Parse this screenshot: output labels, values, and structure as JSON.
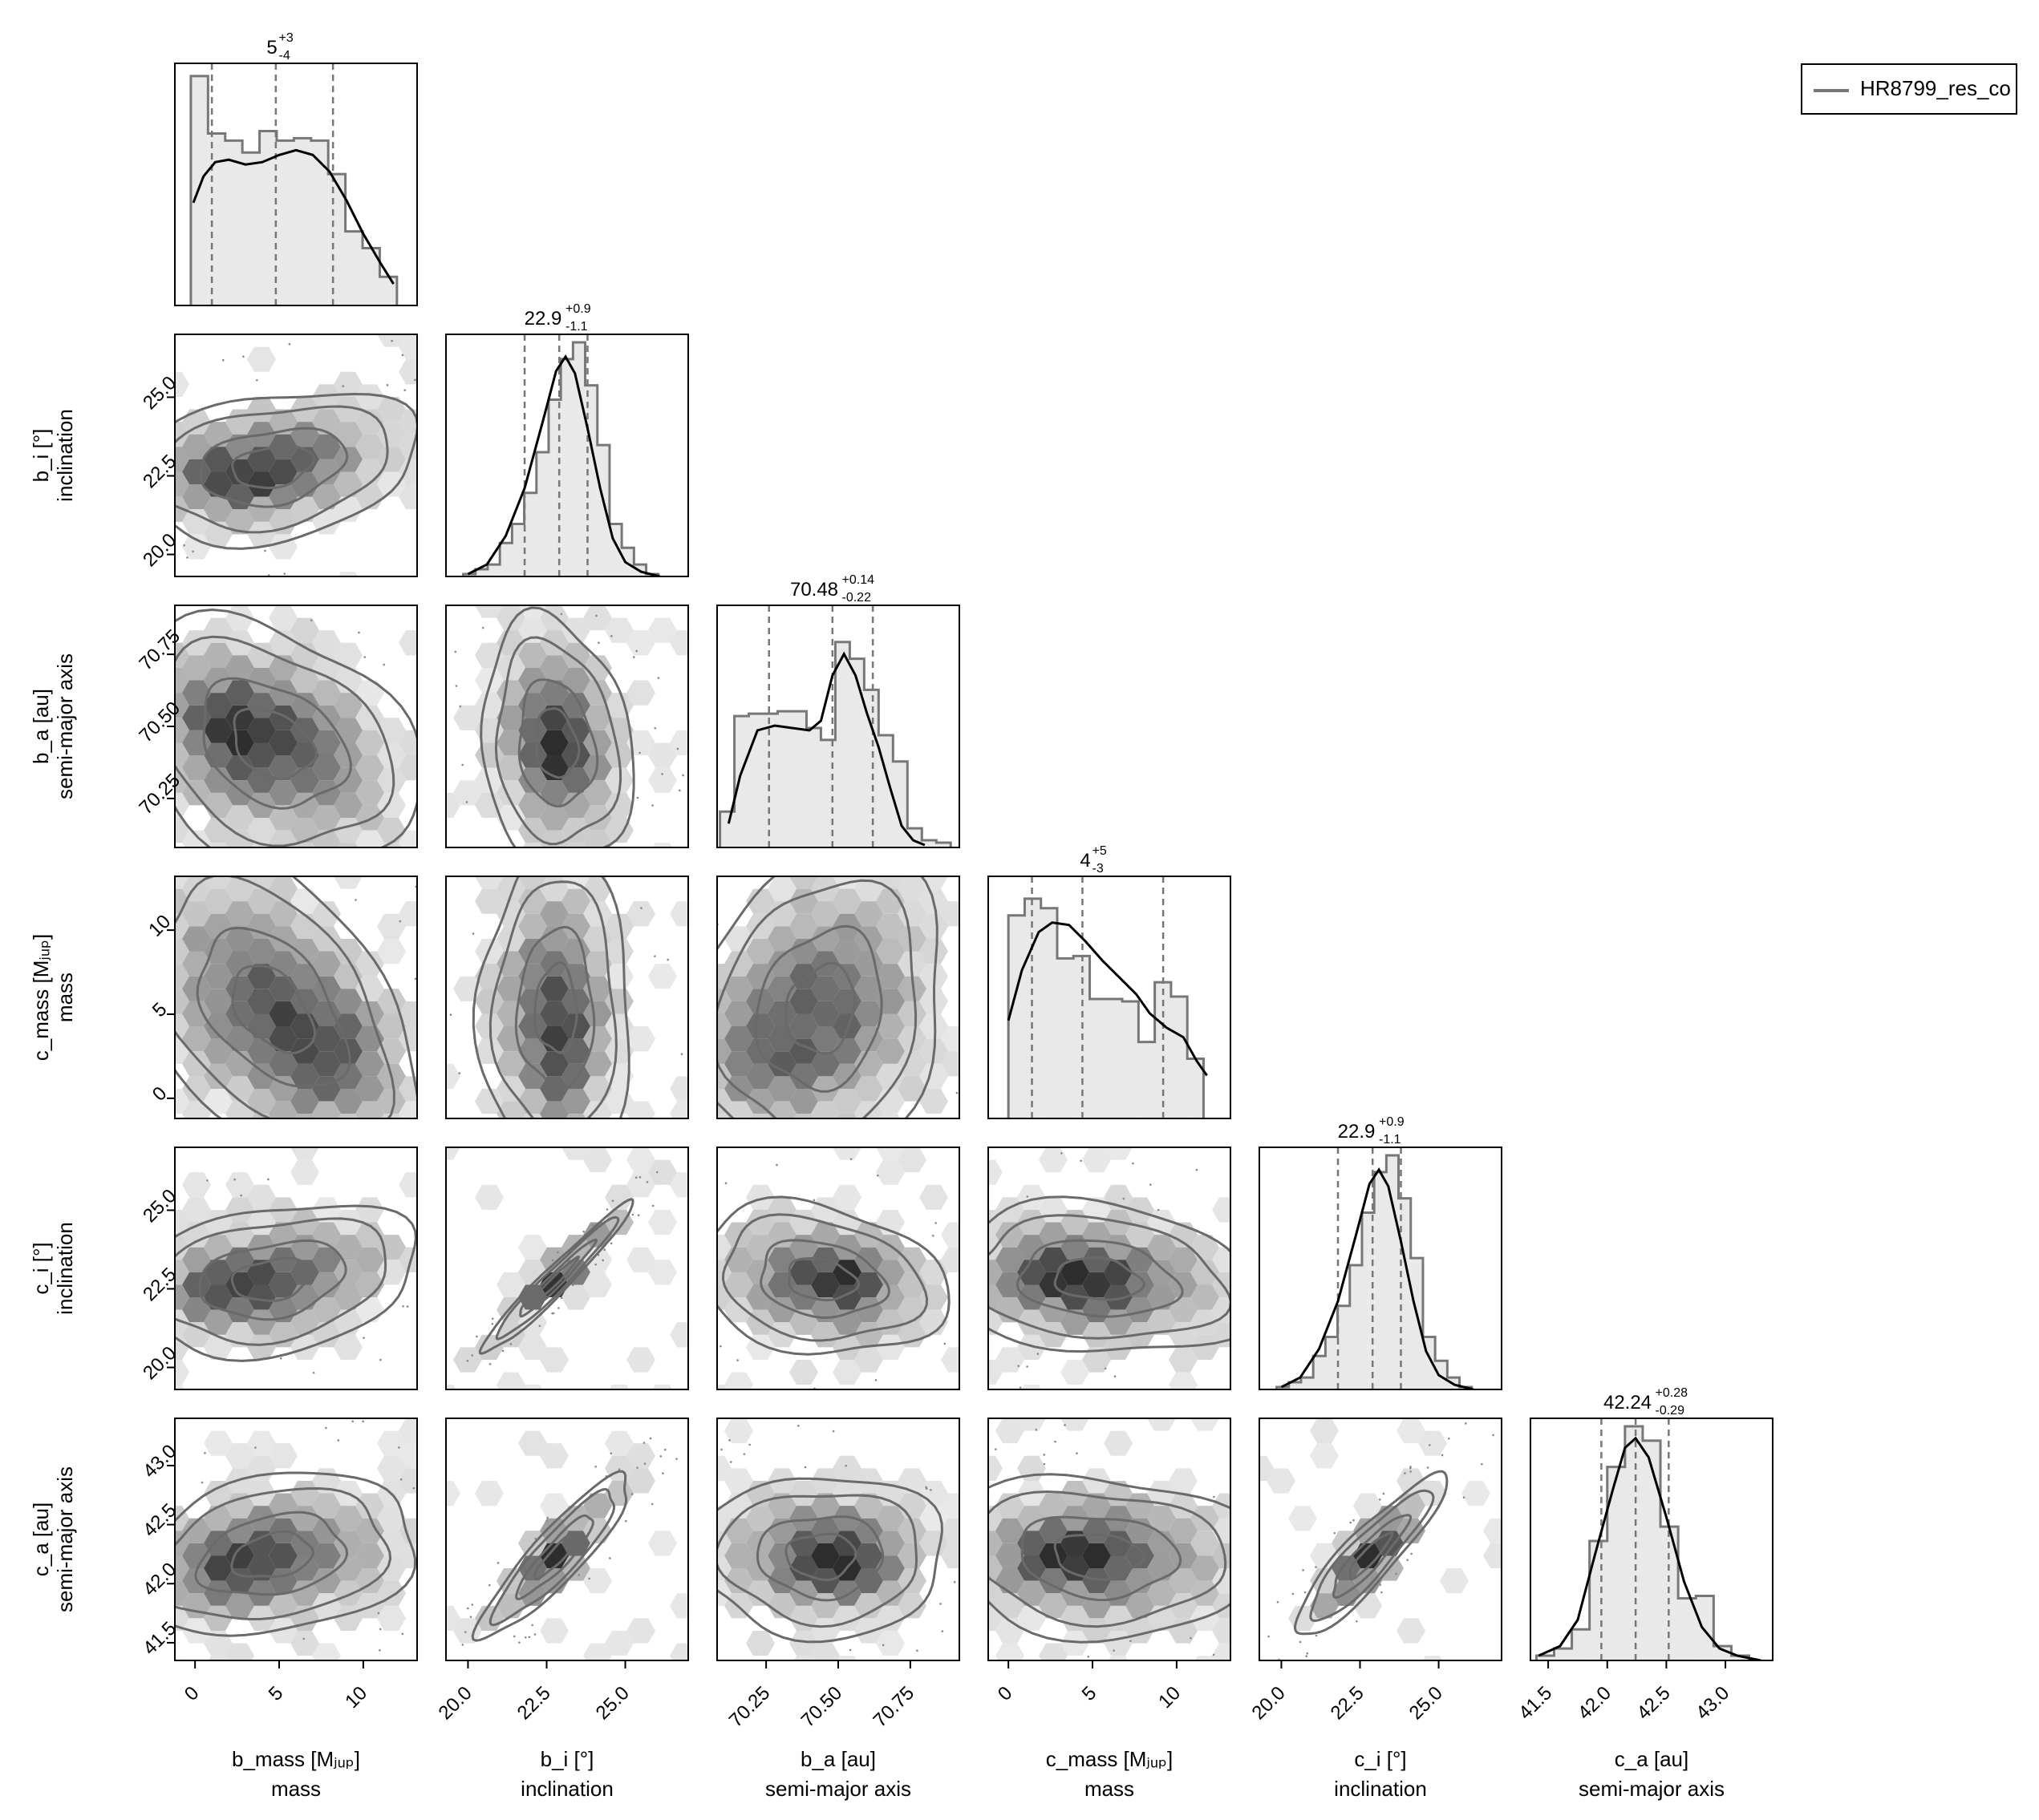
{
  "legend": {
    "label": "HR8799_res_co"
  },
  "chart_data": {
    "type": "corner",
    "colors": {
      "hist_fill": "#e9e9e9",
      "hist_line": "#777777",
      "kde_line": "#000000",
      "quantile_line": "#777777",
      "contour": "#6a6a6a"
    },
    "parameters": [
      {
        "key": "b_mass",
        "label": "b_mass [Mⱼᵤₚ]",
        "sublabel": "mass",
        "range": [
          -1.2,
          13.2
        ],
        "ticks": [
          0,
          5,
          10
        ],
        "tick_labels": [
          "0",
          "5",
          "10"
        ],
        "median": "5",
        "plus": "+3",
        "minus": "-4",
        "q": [
          1.0,
          4.8,
          8.2
        ],
        "hist_x": [
          -0.25,
          12.0
        ],
        "hist": [
          0.96,
          0.72,
          0.69,
          0.64,
          0.73,
          0.69,
          0.7,
          0.69,
          0.55,
          0.31,
          0.24,
          0.12
        ],
        "kde": [
          [
            -0.1,
            0.43
          ],
          [
            0.5,
            0.54
          ],
          [
            1.2,
            0.6
          ],
          [
            2.0,
            0.61
          ],
          [
            3.0,
            0.59
          ],
          [
            4.0,
            0.6
          ],
          [
            5.0,
            0.63
          ],
          [
            6.0,
            0.65
          ],
          [
            7.0,
            0.63
          ],
          [
            8.0,
            0.56
          ],
          [
            9.0,
            0.44
          ],
          [
            10.0,
            0.3
          ],
          [
            11.0,
            0.18
          ],
          [
            11.8,
            0.09
          ]
        ]
      },
      {
        "key": "b_i",
        "label": "b_i [°]",
        "sublabel": "inclination",
        "range": [
          19.3,
          27.0
        ],
        "ticks": [
          20.0,
          22.5,
          25.0
        ],
        "tick_labels": [
          "20.0",
          "22.5",
          "25.0"
        ],
        "median": "22.9",
        "plus": "+0.9",
        "minus": "-1.1",
        "q": [
          21.8,
          22.9,
          23.8
        ],
        "hist_x": [
          19.85,
          26.05
        ],
        "hist": [
          0.01,
          0.03,
          0.05,
          0.14,
          0.22,
          0.35,
          0.52,
          0.74,
          0.91,
          0.98,
          0.8,
          0.55,
          0.22,
          0.12,
          0.05,
          0.01
        ],
        "kde": [
          [
            20.0,
            0.01
          ],
          [
            20.6,
            0.05
          ],
          [
            21.2,
            0.17
          ],
          [
            21.8,
            0.37
          ],
          [
            22.4,
            0.66
          ],
          [
            22.8,
            0.86
          ],
          [
            23.1,
            0.92
          ],
          [
            23.4,
            0.85
          ],
          [
            23.8,
            0.62
          ],
          [
            24.2,
            0.37
          ],
          [
            24.6,
            0.16
          ],
          [
            25.0,
            0.06
          ],
          [
            25.5,
            0.02
          ],
          [
            26.1,
            0.0
          ]
        ]
      },
      {
        "key": "b_a",
        "label": "b_a [au]",
        "sublabel": "semi-major axis",
        "range": [
          70.08,
          70.92
        ],
        "ticks": [
          70.25,
          70.5,
          70.75
        ],
        "tick_labels": [
          "70.25",
          "70.50",
          "70.75"
        ],
        "median": "70.48",
        "plus": "+0.14",
        "minus": "-0.22",
        "q": [
          70.26,
          70.48,
          70.62
        ],
        "hist_x": [
          70.09,
          70.89
        ],
        "hist": [
          0.15,
          0.55,
          0.56,
          0.56,
          0.57,
          0.57,
          0.5,
          0.45,
          0.86,
          0.79,
          0.66,
          0.47,
          0.36,
          0.08,
          0.03,
          0.02
        ],
        "kde": [
          [
            70.12,
            0.1
          ],
          [
            70.16,
            0.3
          ],
          [
            70.22,
            0.49
          ],
          [
            70.28,
            0.51
          ],
          [
            70.34,
            0.5
          ],
          [
            70.4,
            0.49
          ],
          [
            70.44,
            0.53
          ],
          [
            70.48,
            0.72
          ],
          [
            70.52,
            0.81
          ],
          [
            70.56,
            0.72
          ],
          [
            70.6,
            0.56
          ],
          [
            70.64,
            0.42
          ],
          [
            70.68,
            0.25
          ],
          [
            70.72,
            0.09
          ],
          [
            70.76,
            0.03
          ],
          [
            70.8,
            0.01
          ]
        ]
      },
      {
        "key": "c_mass",
        "label": "c_mass [Mⱼᵤₚ]",
        "sublabel": "mass",
        "range": [
          -1.2,
          13.2
        ],
        "ticks": [
          0,
          5,
          10
        ],
        "tick_labels": [
          "0",
          "5",
          "10"
        ],
        "median": "4",
        "plus": "+5",
        "minus": "-3",
        "q": [
          1.4,
          4.4,
          9.2
        ],
        "hist_x": [
          0.0,
          11.6
        ],
        "hist": [
          0.85,
          0.92,
          0.88,
          0.67,
          0.68,
          0.5,
          0.5,
          0.49,
          0.32,
          0.57,
          0.51,
          0.25
        ],
        "kde": [
          [
            0.0,
            0.41
          ],
          [
            0.8,
            0.62
          ],
          [
            1.8,
            0.78
          ],
          [
            2.6,
            0.82
          ],
          [
            3.6,
            0.81
          ],
          [
            4.6,
            0.74
          ],
          [
            5.6,
            0.66
          ],
          [
            6.6,
            0.59
          ],
          [
            7.6,
            0.52
          ],
          [
            8.4,
            0.44
          ],
          [
            9.4,
            0.38
          ],
          [
            10.4,
            0.34
          ],
          [
            11.2,
            0.24
          ],
          [
            11.8,
            0.18
          ]
        ]
      },
      {
        "key": "c_i",
        "label": "c_i [°]",
        "sublabel": "inclination",
        "range": [
          19.3,
          27.0
        ],
        "ticks": [
          20.0,
          22.5,
          25.0
        ],
        "tick_labels": [
          "20.0",
          "22.5",
          "25.0"
        ],
        "median": "22.9",
        "plus": "+0.9",
        "minus": "-1.1",
        "q": [
          21.8,
          22.9,
          23.8
        ],
        "hist_x": [
          19.85,
          26.05
        ],
        "hist": [
          0.01,
          0.03,
          0.05,
          0.14,
          0.22,
          0.35,
          0.52,
          0.74,
          0.91,
          0.98,
          0.8,
          0.55,
          0.22,
          0.12,
          0.05,
          0.01
        ],
        "kde": [
          [
            20.0,
            0.01
          ],
          [
            20.6,
            0.05
          ],
          [
            21.2,
            0.17
          ],
          [
            21.8,
            0.37
          ],
          [
            22.4,
            0.66
          ],
          [
            22.8,
            0.86
          ],
          [
            23.1,
            0.92
          ],
          [
            23.4,
            0.85
          ],
          [
            23.8,
            0.62
          ],
          [
            24.2,
            0.37
          ],
          [
            24.6,
            0.16
          ],
          [
            25.0,
            0.06
          ],
          [
            25.5,
            0.02
          ],
          [
            26.1,
            0.0
          ]
        ]
      },
      {
        "key": "c_a",
        "label": "c_a [au]",
        "sublabel": "semi-major axis",
        "range": [
          41.35,
          43.4
        ],
        "ticks": [
          41.5,
          42.0,
          42.5,
          43.0
        ],
        "tick_labels": [
          "41.5",
          "42.0",
          "42.5",
          "43.0"
        ],
        "median": "42.24",
        "plus": "+0.28",
        "minus": "-0.29",
        "q": [
          41.95,
          42.24,
          42.52
        ],
        "hist_x": [
          41.4,
          43.2
        ],
        "hist": [
          0.02,
          0.05,
          0.13,
          0.5,
          0.81,
          0.98,
          0.92,
          0.56,
          0.26,
          0.27,
          0.06,
          0.02
        ],
        "kde": [
          [
            41.42,
            0.02
          ],
          [
            41.6,
            0.06
          ],
          [
            41.75,
            0.17
          ],
          [
            41.9,
            0.45
          ],
          [
            42.05,
            0.72
          ],
          [
            42.15,
            0.89
          ],
          [
            42.24,
            0.93
          ],
          [
            42.35,
            0.85
          ],
          [
            42.5,
            0.6
          ],
          [
            42.65,
            0.33
          ],
          [
            42.8,
            0.14
          ],
          [
            42.95,
            0.05
          ],
          [
            43.1,
            0.02
          ],
          [
            43.3,
            0.0
          ]
        ]
      }
    ],
    "pairs": [
      {
        "row": 1,
        "col": 0,
        "rho": 0.25,
        "peak": [
          1.5,
          22.4
        ]
      },
      {
        "row": 2,
        "col": 0,
        "rho": -0.3,
        "peak": [
          1.5,
          70.5
        ]
      },
      {
        "row": 2,
        "col": 1,
        "rho": -0.15,
        "peak": [
          23.0,
          70.45
        ]
      },
      {
        "row": 3,
        "col": 0,
        "rho": -0.45,
        "peak": [
          8.0,
          2.5
        ]
      },
      {
        "row": 3,
        "col": 1,
        "rho": 0.0,
        "peak": [
          23.0,
          2.0
        ]
      },
      {
        "row": 3,
        "col": 2,
        "rho": 0.15,
        "peak": [
          70.2,
          2.5
        ]
      },
      {
        "row": 4,
        "col": 0,
        "rho": 0.25,
        "peak": [
          1.5,
          22.5
        ]
      },
      {
        "row": 4,
        "col": 1,
        "rho": 0.97,
        "peak": [
          22.9,
          22.9
        ]
      },
      {
        "row": 4,
        "col": 2,
        "rho": -0.2,
        "peak": [
          70.55,
          22.9
        ]
      },
      {
        "row": 4,
        "col": 3,
        "rho": -0.15,
        "peak": [
          3.0,
          22.8
        ]
      },
      {
        "row": 5,
        "col": 0,
        "rho": 0.25,
        "peak": [
          1.5,
          42.15
        ]
      },
      {
        "row": 5,
        "col": 1,
        "rho": 0.9,
        "peak": [
          22.8,
          42.2
        ]
      },
      {
        "row": 5,
        "col": 2,
        "rho": 0.0,
        "peak": [
          70.55,
          42.2
        ]
      },
      {
        "row": 5,
        "col": 3,
        "rho": -0.1,
        "peak": [
          3.0,
          42.2
        ]
      },
      {
        "row": 5,
        "col": 4,
        "rho": 0.9,
        "peak": [
          22.9,
          42.2
        ]
      }
    ]
  }
}
